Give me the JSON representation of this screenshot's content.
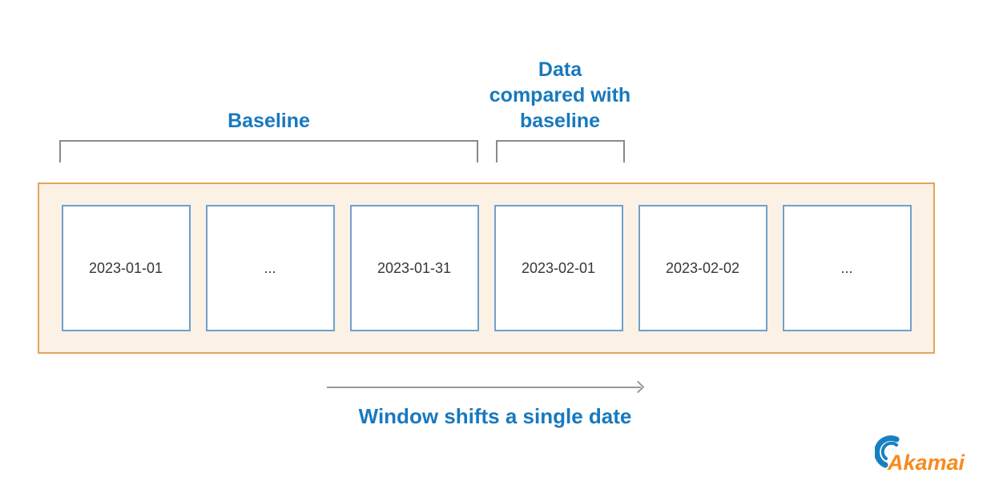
{
  "colors": {
    "accent_blue": "#1879BE",
    "bracket_gray": "#8A8A8A",
    "container_fill": "#FBF1E4",
    "container_border": "#E2A55C",
    "box_border": "#6FA0CC",
    "box_text": "#363636",
    "arrow_gray": "#999999",
    "logo_orange": "#F68B1E",
    "logo_blue": "#1780C2"
  },
  "labels": {
    "baseline": "Baseline",
    "comparison_lines": [
      "Data",
      "compared with",
      "baseline"
    ],
    "window_caption": "Window shifts a single date"
  },
  "timeline": {
    "boxes": [
      "2023-01-01",
      "...",
      "2023-01-31",
      "2023-02-01",
      "2023-02-02",
      "..."
    ]
  },
  "logo": {
    "text": "Akamai"
  }
}
